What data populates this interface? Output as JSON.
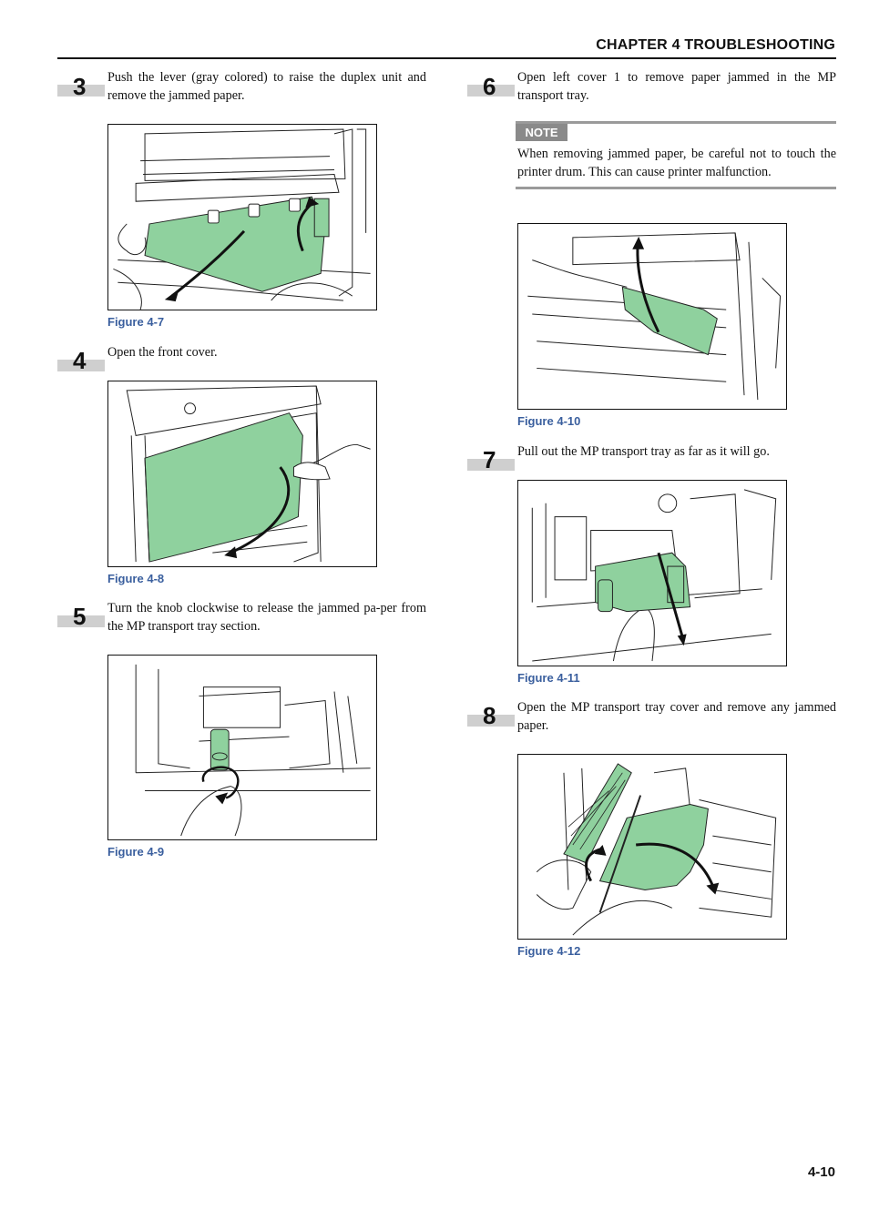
{
  "header": {
    "title": "CHAPTER 4  TROUBLESHOOTING"
  },
  "steps": [
    {
      "number": "3",
      "text": "Push the lever (gray colored) to raise the duplex unit and remove the jammed paper.",
      "figure": "Figure 4-7",
      "figure_name": "duplex-unit"
    },
    {
      "number": "4",
      "text": "Open the front cover.",
      "figure": "Figure 4-8",
      "figure_name": "front-cover"
    },
    {
      "number": "5",
      "text": "Turn the knob clockwise to release the jammed pa-per from the MP transport tray section.",
      "figure": "Figure 4-9",
      "figure_name": "knob"
    },
    {
      "number": "6",
      "text": "Open left cover 1 to remove paper jammed in the MP transport tray.",
      "figure": "Figure 4-10",
      "figure_name": "left-cover"
    },
    {
      "number": "7",
      "text": "Pull out the MP transport tray as far as it will go.",
      "figure": "Figure 4-11",
      "figure_name": "mp-tray"
    },
    {
      "number": "8",
      "text": "Open the MP transport tray cover and remove any jammed paper.",
      "figure": "Figure 4-12",
      "figure_name": "tray-cover"
    }
  ],
  "note": {
    "label": "NOTE",
    "text": "When removing jammed paper, be careful not to touch the printer drum. This can cause printer malfunction."
  },
  "page_number": "4-10",
  "colors": {
    "paper_green": "#8fd19e",
    "caption_blue": "#3a5f9e",
    "badge_gray": "#cfcfcf"
  }
}
